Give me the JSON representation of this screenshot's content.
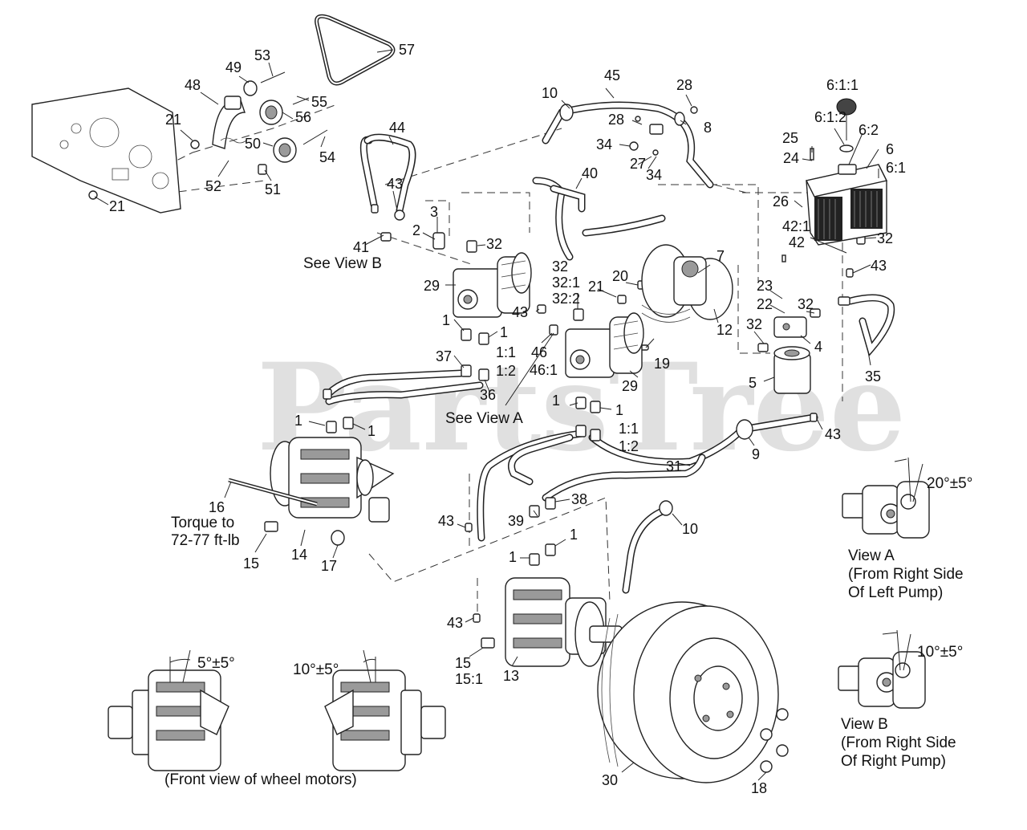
{
  "watermark": "PartsTree",
  "callouts": [
    {
      "id": "c53",
      "text": "53"
    },
    {
      "id": "c57",
      "text": "57"
    },
    {
      "id": "c49",
      "text": "49"
    },
    {
      "id": "c48",
      "text": "48"
    },
    {
      "id": "c55",
      "text": "55"
    },
    {
      "id": "c21a",
      "text": "21"
    },
    {
      "id": "c56",
      "text": "56"
    },
    {
      "id": "c50",
      "text": "50"
    },
    {
      "id": "c54",
      "text": "54"
    },
    {
      "id": "c52",
      "text": "52"
    },
    {
      "id": "c51",
      "text": "51"
    },
    {
      "id": "c21b",
      "text": "21"
    },
    {
      "id": "c10a",
      "text": "10"
    },
    {
      "id": "c45",
      "text": "45"
    },
    {
      "id": "c28a",
      "text": "28"
    },
    {
      "id": "c28b",
      "text": "28"
    },
    {
      "id": "c8",
      "text": "8"
    },
    {
      "id": "c34a",
      "text": "34"
    },
    {
      "id": "c27",
      "text": "27"
    },
    {
      "id": "c34b",
      "text": "34"
    },
    {
      "id": "c44",
      "text": "44"
    },
    {
      "id": "c40",
      "text": "40"
    },
    {
      "id": "c43a",
      "text": "43"
    },
    {
      "id": "c3",
      "text": "3"
    },
    {
      "id": "c2",
      "text": "2"
    },
    {
      "id": "c41",
      "text": "41"
    },
    {
      "id": "c32a",
      "text": "32"
    },
    {
      "id": "c29a",
      "text": "29"
    },
    {
      "id": "c32b",
      "text": "32"
    },
    {
      "id": "c32_1",
      "text": "32:1"
    },
    {
      "id": "c32_2",
      "text": "32:2"
    },
    {
      "id": "c21c",
      "text": "21"
    },
    {
      "id": "c20",
      "text": "20"
    },
    {
      "id": "c7",
      "text": "7"
    },
    {
      "id": "c43b",
      "text": "43"
    },
    {
      "id": "c1a",
      "text": "1"
    },
    {
      "id": "c1b",
      "text": "1"
    },
    {
      "id": "c1_1a",
      "text": "1:1"
    },
    {
      "id": "c1_2a",
      "text": "1:2"
    },
    {
      "id": "c37",
      "text": "37"
    },
    {
      "id": "c46",
      "text": "46"
    },
    {
      "id": "c46_1",
      "text": "46:1"
    },
    {
      "id": "c36",
      "text": "36"
    },
    {
      "id": "c29b",
      "text": "29"
    },
    {
      "id": "c19",
      "text": "19"
    },
    {
      "id": "c12",
      "text": "12"
    },
    {
      "id": "c6_1_1",
      "text": "6:1:1"
    },
    {
      "id": "c6_1_2",
      "text": "6:1:2"
    },
    {
      "id": "c25",
      "text": "25"
    },
    {
      "id": "c6_2",
      "text": "6:2"
    },
    {
      "id": "c24",
      "text": "24"
    },
    {
      "id": "c6",
      "text": "6"
    },
    {
      "id": "c6_1",
      "text": "6:1"
    },
    {
      "id": "c26",
      "text": "26"
    },
    {
      "id": "c42_1",
      "text": "42:1"
    },
    {
      "id": "c42",
      "text": "42"
    },
    {
      "id": "c32c",
      "text": "32"
    },
    {
      "id": "c43c",
      "text": "43"
    },
    {
      "id": "c23",
      "text": "23"
    },
    {
      "id": "c22",
      "text": "22"
    },
    {
      "id": "c32d",
      "text": "32"
    },
    {
      "id": "c32e",
      "text": "32"
    },
    {
      "id": "c4",
      "text": "4"
    },
    {
      "id": "c5",
      "text": "5"
    },
    {
      "id": "c35",
      "text": "35"
    },
    {
      "id": "c1c",
      "text": "1"
    },
    {
      "id": "c1d",
      "text": "1"
    },
    {
      "id": "c1e",
      "text": "1"
    },
    {
      "id": "c1f",
      "text": "1"
    },
    {
      "id": "c1_1b",
      "text": "1:1"
    },
    {
      "id": "c1_2b",
      "text": "1:2"
    },
    {
      "id": "c43d",
      "text": "43"
    },
    {
      "id": "c9",
      "text": "9"
    },
    {
      "id": "c31",
      "text": "31"
    },
    {
      "id": "c16",
      "text": "16"
    },
    {
      "id": "c38",
      "text": "38"
    },
    {
      "id": "c39",
      "text": "39"
    },
    {
      "id": "c43e",
      "text": "43"
    },
    {
      "id": "c10b",
      "text": "10"
    },
    {
      "id": "c14",
      "text": "14"
    },
    {
      "id": "c15a",
      "text": "15"
    },
    {
      "id": "c17",
      "text": "17"
    },
    {
      "id": "c1g",
      "text": "1"
    },
    {
      "id": "c1h",
      "text": "1"
    },
    {
      "id": "c43f",
      "text": "43"
    },
    {
      "id": "c15b",
      "text": "15"
    },
    {
      "id": "c15_1",
      "text": "15:1"
    },
    {
      "id": "c13",
      "text": "13"
    },
    {
      "id": "c30",
      "text": "30"
    },
    {
      "id": "c18",
      "text": "18"
    }
  ],
  "notes": {
    "see_view_b": "See View B",
    "see_view_a": "See View A",
    "torque_line1": "Torque to",
    "torque_line2": "72-77 ft-lb",
    "front_view_caption": "(Front view of wheel motors)",
    "angle_left_motor": "5°±5°",
    "angle_right_motor": "10°±5°",
    "view_a_title": "View A",
    "view_a_line2": "(From Right Side",
    "view_a_line3": "Of Left Pump)",
    "view_a_angle": "20°±5°",
    "view_b_title": "View B",
    "view_b_line2": "(From Right Side",
    "view_b_line3": "Of Right Pump)",
    "view_b_angle": "10°±5°"
  }
}
